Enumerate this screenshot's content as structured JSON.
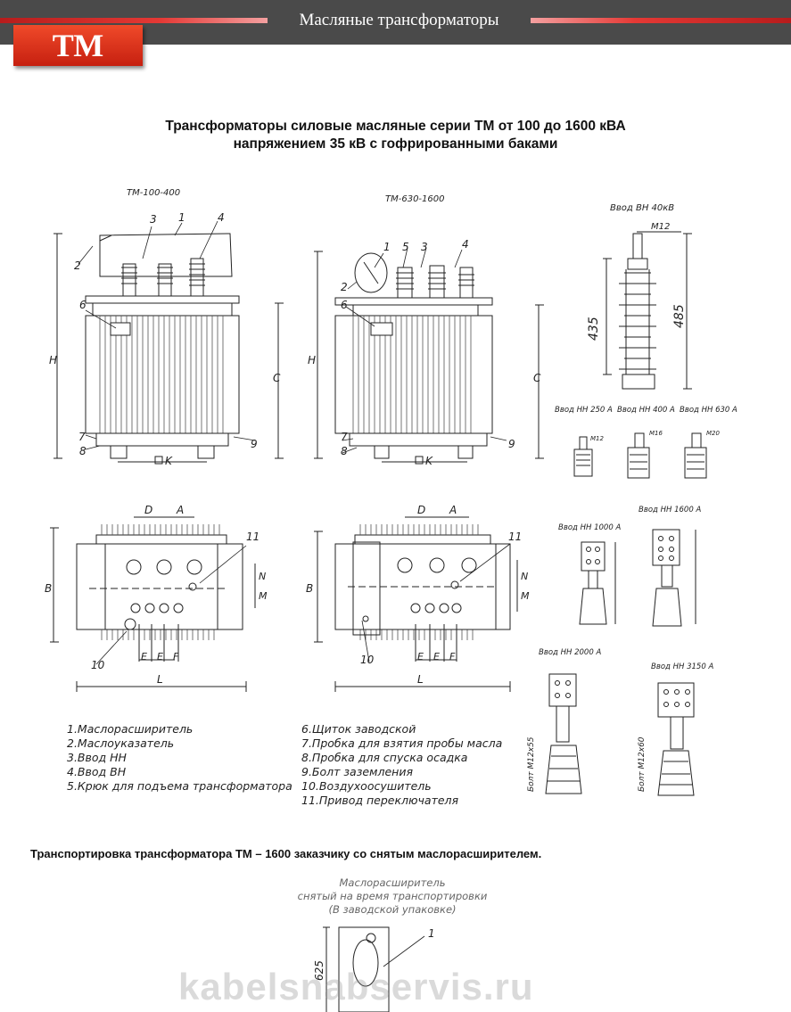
{
  "header": {
    "logo": "ТМ",
    "title": "Масляные трансформаторы"
  },
  "title": {
    "line1": "Трансформаторы силовые масляные серии ТМ от 100 до 1600 кВА",
    "line2": "напряжением 35 кВ с гофрированными баками"
  },
  "drawings": {
    "model_small": "ТМ-100-400",
    "model_large": "ТМ-630-1600",
    "hv_bushing": {
      "label": "Ввод ВН 40кВ",
      "thread": "М12",
      "dim_a": "435",
      "dim_b": "485"
    },
    "lv_bushings_row": {
      "b250": "Ввод НН 250 А",
      "b400": "Ввод НН 400 А",
      "b630": "Ввод НН 630 А",
      "m12": "М12",
      "m16": "М16",
      "m20": "М20"
    },
    "lv_1000": "Ввод НН 1000 А",
    "lv_1600": "Ввод НН 1600 А",
    "lv_2000": "Ввод НН 2000 А",
    "lv_3150": "Ввод НН 3150 А",
    "bolt_a": "Болт М12х55",
    "bolt_b": "Болт М12х60",
    "dims": {
      "H": "H",
      "C": "C",
      "K": "K",
      "B": "B",
      "L": "L",
      "D": "D",
      "A": "A",
      "E": "E",
      "F": "F",
      "M": "M",
      "N": "N"
    },
    "callouts": [
      "1",
      "2",
      "3",
      "4",
      "5",
      "6",
      "7",
      "8",
      "9",
      "10",
      "11"
    ]
  },
  "legend_left": [
    "1.Маслорасширитель",
    "2.Маслоуказатель",
    "3.Ввод НН",
    "4.Ввод ВН",
    "5.Крюк для подъема трансформатора"
  ],
  "legend_right": [
    "6.Щиток заводской",
    "7.Пробка для взятия пробы масла",
    "8.Пробка для спуска осадка",
    "9.Болт заземления",
    "10.Воздухоосушитель",
    "11.Привод переключателя"
  ],
  "transport": {
    "heading": "Транспортировка трансформатора ТМ – 1600 заказчику со снятым маслорасширителем.",
    "note_line1": "Маслорасширитель",
    "note_line2": "снятый на время транспортировки",
    "note_line3": "(В заводской упаковке)",
    "dim": "625",
    "callout": "1"
  },
  "watermark": "kabelsnabservis.ru"
}
